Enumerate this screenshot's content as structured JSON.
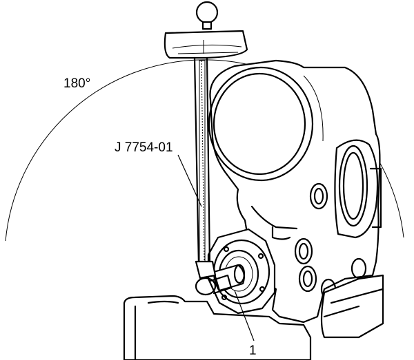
{
  "labels": {
    "angle": "180°",
    "tool": "J 7754-01",
    "callout": "1"
  },
  "icons": {
    "gauge": "dial-torque-wrench-icon",
    "housing": "transmission-housing-icon"
  },
  "colors": {
    "line": "#000000",
    "background": "#ffffff",
    "shade": "#9a9a9a"
  }
}
